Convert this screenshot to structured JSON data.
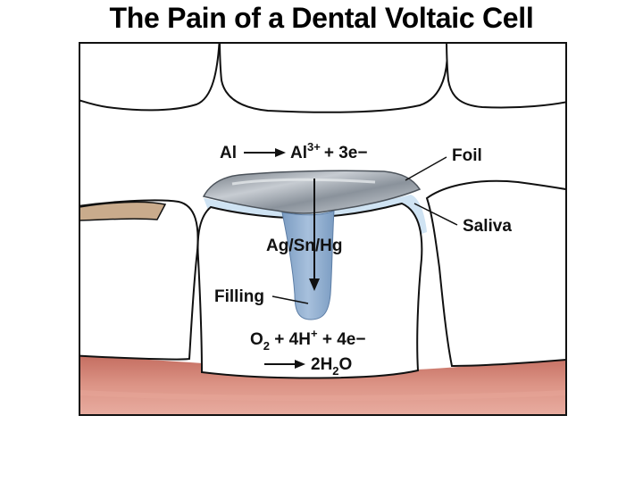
{
  "title": "The Pain of a Dental Voltaic Cell",
  "labels": {
    "foil": "Foil",
    "saliva": "Saliva",
    "filling": "Filling",
    "filling_metals": "Ag/Sn/Hg"
  },
  "anode_reaction": {
    "reactant": "Al",
    "product": "Al",
    "product_charge": "3+",
    "electrons": "+ 3e−"
  },
  "cathode_reaction": {
    "o2": "O",
    "o2_sub": "2",
    "hydrogen": " + 4H",
    "hydrogen_charge": "+",
    "electrons": " + 4e−",
    "water_prefix": "2H",
    "water_sub": "2",
    "water_suffix": "O"
  },
  "colors": {
    "gum": "#d98a7c",
    "gum_shadow": "#c56e60",
    "tooth": "#ffffff",
    "foil": "#9aa2ab",
    "filling": "#8aa9cc",
    "saliva": "#cfe3f3",
    "outline": "#111111"
  }
}
